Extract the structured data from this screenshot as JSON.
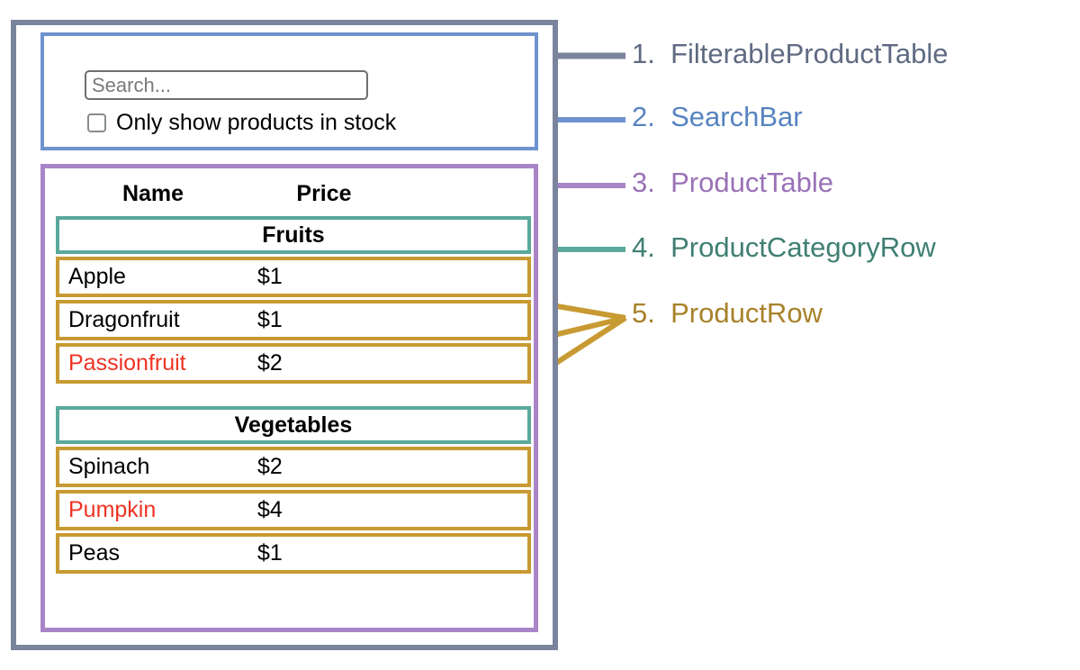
{
  "diagram": {
    "title": "React component hierarchy diagram for a filterable product table",
    "colors": {
      "filterable_product_table": "#7b849d",
      "search_bar": "#6e93ce",
      "product_table": "#a985c8",
      "product_category_row": "#5aa99b",
      "product_row": "#c89a33",
      "out_of_stock_text": "#ee3324",
      "text": "#000000",
      "placeholder": "#7a7a7a",
      "background": "#ffffff"
    }
  },
  "search_bar": {
    "input": {
      "value": "",
      "placeholder": "Search...",
      "name": "search-input"
    },
    "checkbox": {
      "label": "Only show products in stock",
      "checked": false
    }
  },
  "product_table": {
    "columns": [
      "Name",
      "Price"
    ],
    "groups": [
      {
        "category": "Fruits",
        "rows": [
          {
            "name": "Apple",
            "price": "$1",
            "in_stock": true
          },
          {
            "name": "Dragonfruit",
            "price": "$1",
            "in_stock": true
          },
          {
            "name": "Passionfruit",
            "price": "$2",
            "in_stock": false
          }
        ]
      },
      {
        "category": "Vegetables",
        "rows": [
          {
            "name": "Spinach",
            "price": "$2",
            "in_stock": true
          },
          {
            "name": "Pumpkin",
            "price": "$4",
            "in_stock": false
          },
          {
            "name": "Peas",
            "price": "$1",
            "in_stock": true
          }
        ]
      }
    ]
  },
  "legend": [
    {
      "number": "1.",
      "name": "FilterableProductTable",
      "color": "#5f6a82"
    },
    {
      "number": "2.",
      "name": "SearchBar",
      "color": "#5784c0"
    },
    {
      "number": "3.",
      "name": "ProductTable",
      "color": "#9a72b8"
    },
    {
      "number": "4.",
      "name": "ProductCategoryRow",
      "color": "#3f7f72"
    },
    {
      "number": "5.",
      "name": "ProductRow",
      "color": "#a8812a"
    }
  ]
}
